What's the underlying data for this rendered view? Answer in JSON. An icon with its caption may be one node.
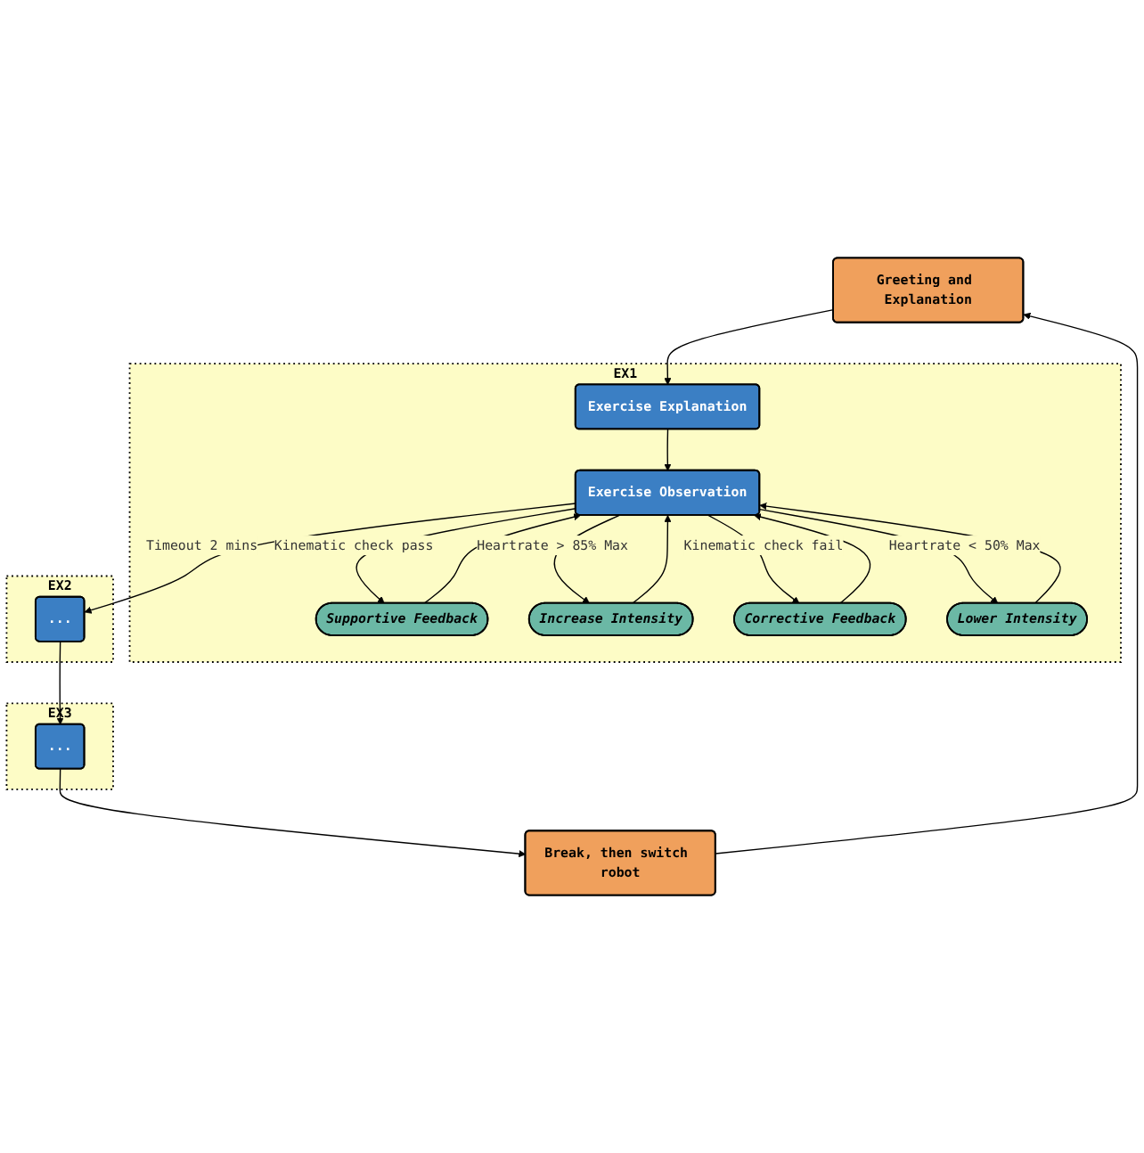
{
  "diagram": {
    "nodes": [
      {
        "text": [
          "Greeting and Explanation"
        ]
      },
      {
        "text": [
          "Break, then switch robot"
        ]
      },
      {
        "text": [
          "EX1"
        ]
      },
      {
        "text": [
          "Supportive Feedback"
        ],
        "in": 2
      },
      {
        "text": [
          "Exercise Explanation"
        ],
        "in": 2
      },
      {
        "text": [
          "Increase Intensity"
        ],
        "in": 2
      },
      {
        "text": [
          "Exercise Observation"
        ],
        "in": 2
      },
      {
        "text": [
          "Corrective Feedback"
        ],
        "in": 2
      },
      {
        "text": [
          "Lower Intensity"
        ],
        "in": 2
      },
      {
        "text": [
          "EX2"
        ]
      },
      {
        "text": [
          "..."
        ],
        "in": 9
      },
      {
        "text": [
          "EX3"
        ]
      },
      {
        "text": [
          "..."
        ],
        "in": 11
      }
    ],
    "edges": [
      {
        "from": 1,
        "to": 0,
        "arrow": "to"
      },
      {
        "from": 0,
        "to": 4,
        "arrow": "to"
      },
      {
        "from": 4,
        "to": 6,
        "arrow": "to"
      },
      {
        "from": 6,
        "to": 3,
        "arrow": "to",
        "label": "Kinematic check pass"
      },
      {
        "from": 3,
        "to": 6,
        "arrow": "to"
      },
      {
        "from": 6,
        "to": 7,
        "arrow": "to",
        "label": "Kinematic check fail"
      },
      {
        "from": 7,
        "to": 6,
        "arrow": "to"
      },
      {
        "from": 6,
        "to": 5,
        "arrow": "to",
        "label": "Heartrate > 85% Max"
      },
      {
        "from": 5,
        "to": 6,
        "arrow": "to"
      },
      {
        "from": 6,
        "to": 8,
        "arrow": "to",
        "label": "Heartrate < 50% Max"
      },
      {
        "from": 8,
        "to": 6,
        "arrow": "to"
      },
      {
        "from": 6,
        "to": 10,
        "arrow": "to",
        "label": "Timeout 2 mins"
      },
      {
        "from": 10,
        "to": 12,
        "arrow": "to"
      },
      {
        "from": 12,
        "to": 1,
        "arrow": "to"
      }
    ]
  }
}
